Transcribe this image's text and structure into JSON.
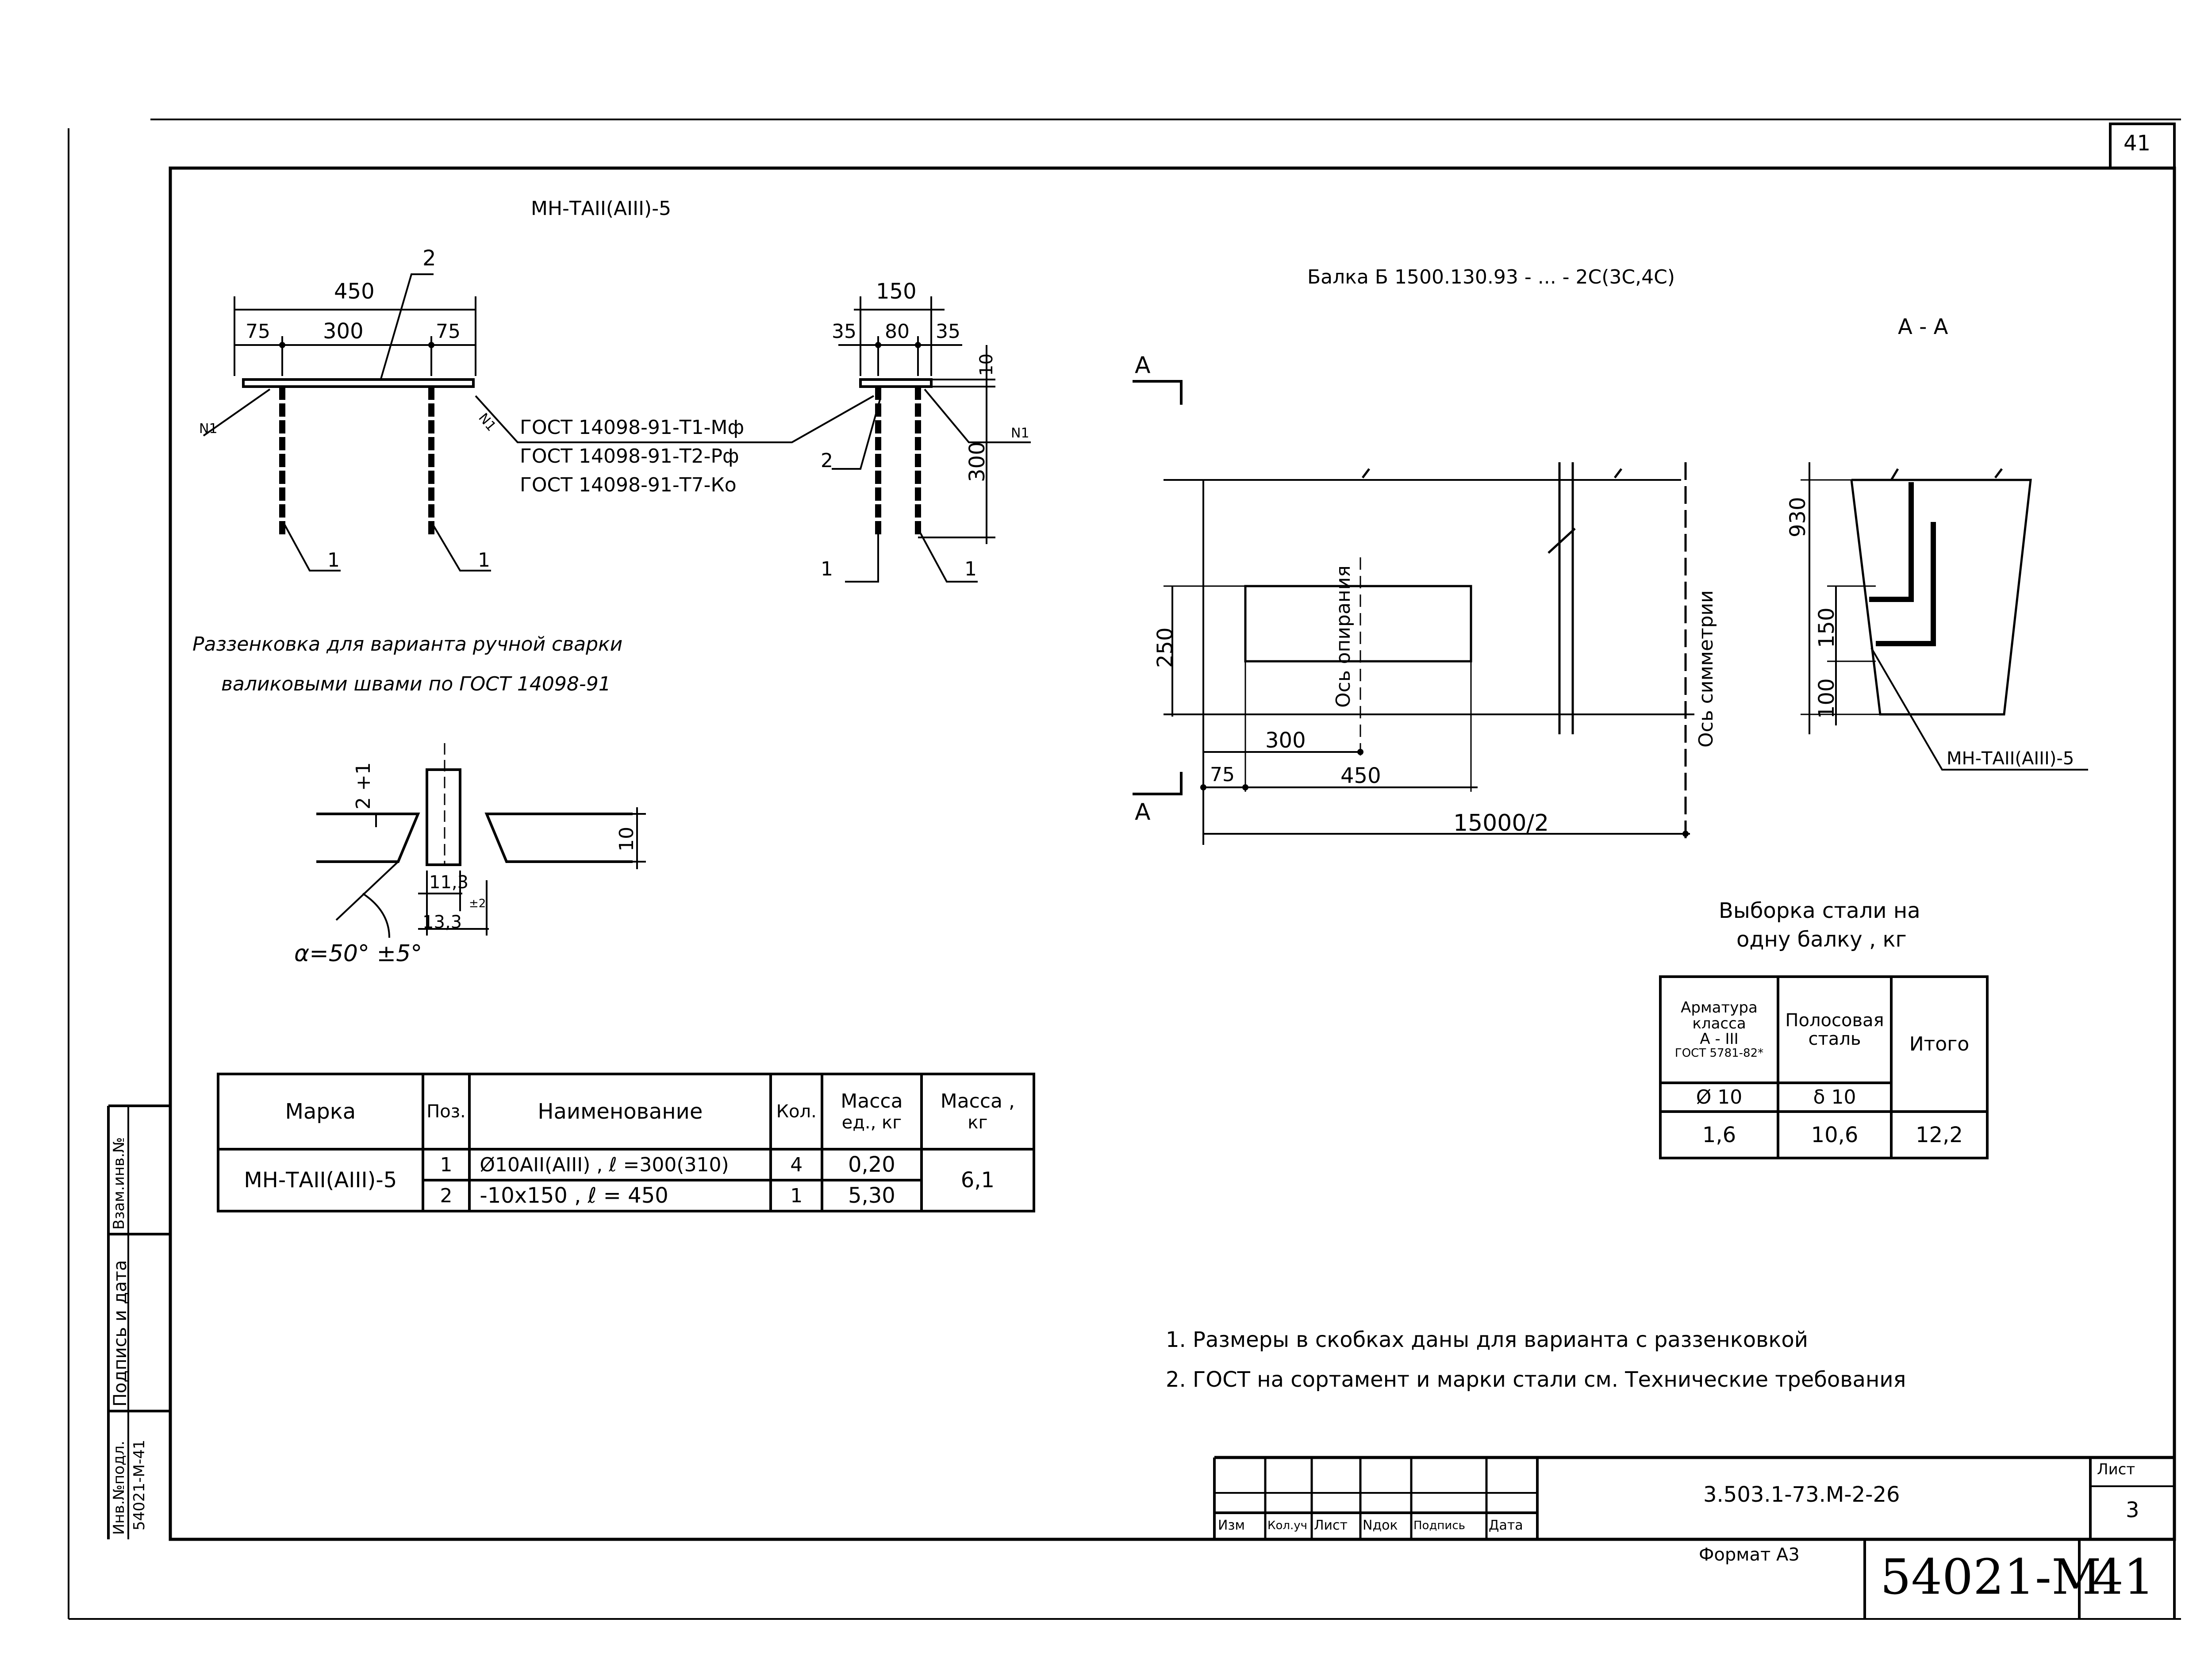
{
  "sheet": {
    "corner_number": "41",
    "stamp_number": "54021-M",
    "stamp_sheet": "41",
    "format_label": "Формат А3",
    "doc_code": "3.503.1-73.М-2-26",
    "list_label": "Лист",
    "list_number": "3",
    "title_block_headers": [
      "Изм",
      "Кол.уч",
      "Лист",
      "Nдок",
      "Подпись",
      "Дата"
    ]
  },
  "left_strip": {
    "inv_label": "Инв.№подл.",
    "inv_value": "54021-М-41",
    "sign_label": "Подпись и дата",
    "vzam_label": "Взам.инв.№"
  },
  "detail1": {
    "title": "МН-ТАII(AIII)-5",
    "dim_total": "450",
    "dim_a": "75",
    "dim_b": "300",
    "dim_c": "75",
    "pos2": "2",
    "pos1_left": "1",
    "pos1_right": "1",
    "n1_left": "N1",
    "n1_right": "N1",
    "gost_lines": [
      "ГОСТ 14098-91-Т1-Мф",
      "ГОСТ 14098-91-Т2-Рф",
      "ГОСТ 14098-91-Т7-Ко"
    ]
  },
  "detail2": {
    "dim_total": "150",
    "dim_a": "35",
    "dim_b": "80",
    "dim_c": "35",
    "dim_thk": "10",
    "dim_h": "300",
    "pos2": "2",
    "pos1_left": "1",
    "pos1_right": "1",
    "n1": "N1"
  },
  "weld": {
    "title_line1": "Раззенковка для варианта ручной сварки",
    "title_line2": "валиковыми швами по ГОСТ 14098-91",
    "dim_gap": "2 +1",
    "dim_thk": "10",
    "dim_113": "11,3",
    "dim_133": "13,3",
    "tol": "±2",
    "alpha": "α=50° ±5°"
  },
  "beam": {
    "title": "Балка Б 1500.130.93 - ... - 2С(3С,4С)",
    "section_mark_a_top": "А",
    "section_mark_a_bottom": "А",
    "dim_250": "250",
    "dim_300": "300",
    "dim_75": "75",
    "dim_450": "450",
    "dim_half": "15000/2",
    "axis_support": "Ось опирания",
    "axis_symmetry": "Ось симметрии"
  },
  "section": {
    "title": "А - А",
    "dim_930": "930",
    "dim_150": "150",
    "dim_100": "100",
    "label": "МН-ТАII(AIII)-5"
  },
  "steel": {
    "title_line1": "Выборка стали на",
    "title_line2": "одну балку , кг",
    "h_rebar_1": "Арматура",
    "h_rebar_2": "класса",
    "h_rebar_3": "А - III",
    "h_rebar_4": "ГОСТ 5781-82*",
    "h_strip_1": "Полосовая",
    "h_strip_2": "сталь",
    "h_total": "Итого",
    "sub_rebar": "Ø 10",
    "sub_strip": "δ 10",
    "v_rebar": "1,6",
    "v_strip": "10,6",
    "v_total": "12,2"
  },
  "spec": {
    "h_mark": "Марка",
    "h_pos": "Поз.",
    "h_name": "Наименование",
    "h_qty": "Кол.",
    "h_mass_unit_1": "Масса",
    "h_mass_unit_2": "ед., кг",
    "h_mass_1": "Масса ,",
    "h_mass_2": "кг",
    "mark": "МН-ТАII(AIII)-5",
    "rows": [
      {
        "pos": "1",
        "name": "Ø10AII(AIII) , ℓ =300(310)",
        "qty": "4",
        "unit_mass": "0,20"
      },
      {
        "pos": "2",
        "name": "-10x150 , ℓ = 450",
        "qty": "1",
        "unit_mass": "5,30"
      }
    ],
    "total_mass": "6,1"
  },
  "notes": [
    "1. Размеры в скобках даны для варианта с раззенковкой",
    "2. ГОСТ на сортамент и марки стали см. Технические требования"
  ]
}
